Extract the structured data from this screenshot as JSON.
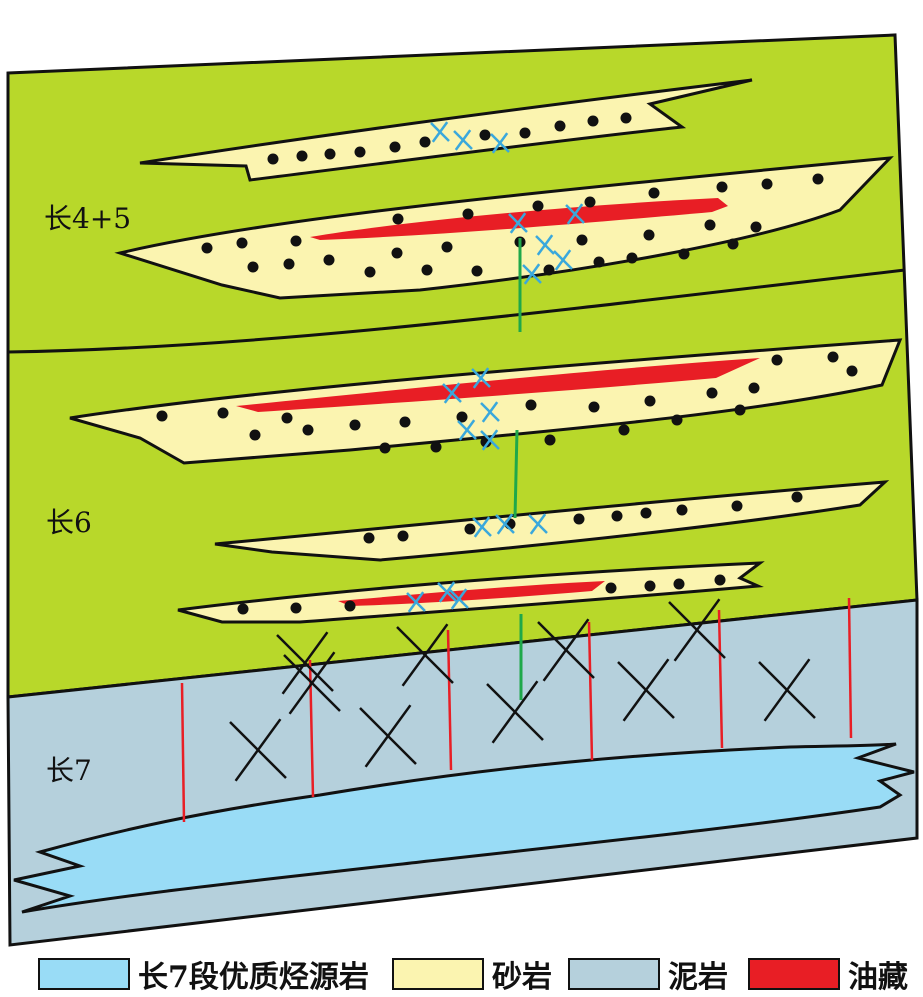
{
  "colors": {
    "mudstone_green": "#b8d82a",
    "mudstone_blue": "#b5d0dc",
    "sandstone": "#fbf4b0",
    "oil": "#e81e25",
    "source_rock": "#99dcf6",
    "fracture_blue": "#3aa8dc",
    "migration_green": "#1fa84a",
    "fault_red": "#e81e25",
    "outline": "#111111"
  },
  "units": {
    "upper": "长4+5",
    "middle": "长6",
    "lower": "长7"
  },
  "legend": [
    {
      "label": "长7段优质烃源岩",
      "color": "#99dcf6",
      "icon": "source-rock-swatch"
    },
    {
      "label": "砂岩",
      "color": "#fbf4b0",
      "icon": "sandstone-swatch"
    },
    {
      "label": "泥岩",
      "color": "#b5d0dc",
      "icon": "mudstone-swatch"
    },
    {
      "label": "油藏",
      "color": "#e81e25",
      "icon": "oil-reservoir-swatch"
    }
  ]
}
